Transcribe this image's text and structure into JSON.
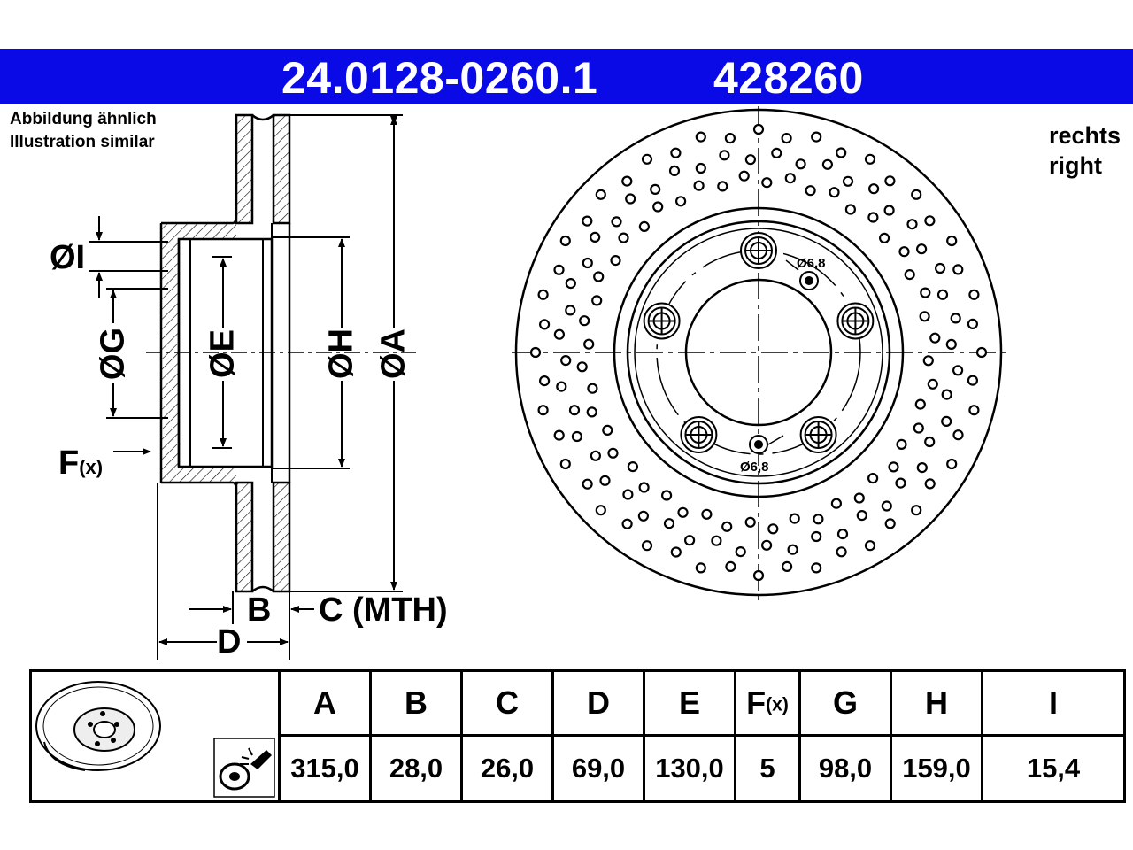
{
  "header": {
    "part_number": "24.0128-0260.1",
    "reference_number": "428260",
    "banner_color": "#0a0ae6"
  },
  "notes": {
    "illustration_de": "Abbildung ähnlich",
    "illustration_en": "Illustration similar",
    "side_de": "rechts",
    "side_en": "right"
  },
  "section_view": {
    "labels": {
      "I": "ØI",
      "G": "ØG",
      "E": "ØE",
      "H": "ØH",
      "A": "ØA",
      "F": "F",
      "F_suffix": "(x)",
      "B": "B",
      "C": "C (MTH)",
      "D": "D"
    }
  },
  "front_view": {
    "hole_label_top": "Ø6,8",
    "hole_label_bottom": "Ø6,8",
    "bolt_holes": 5,
    "drill_hole_rows": 3
  },
  "specs_table": {
    "headers": [
      "A",
      "B",
      "C",
      "D",
      "E",
      "F",
      "G",
      "H",
      "I"
    ],
    "f_suffix": "(x)",
    "values": [
      "315,0",
      "28,0",
      "26,0",
      "69,0",
      "130,0",
      "5",
      "98,0",
      "159,0",
      "15,4"
    ],
    "thumbnail": "brake-disc-thumbnail",
    "spray_icon": "spray-coating-icon"
  }
}
